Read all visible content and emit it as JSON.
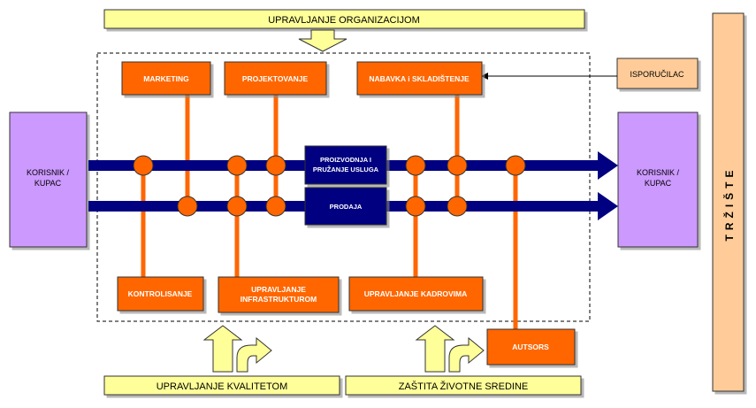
{
  "title": "UPRAVLJANJE ORGANIZACIJOM",
  "colors": {
    "orange": "#ff6600",
    "yellow": "#ffff99",
    "violet": "#cc99ff",
    "navy": "#000080",
    "peach": "#ffcc99",
    "border": "#333333"
  },
  "functions_top": {
    "marketing": "MARKETING",
    "projektovanje": "PROJEKTOVANJE",
    "nabavka": "NABAVKA i SKLADIŠTENJE"
  },
  "functions_bottom": {
    "kontrolisanje": "KONTROLISANJE",
    "infrastruktura_line1": "UPRAVLJANJE",
    "infrastruktura_line2": "INFRASTRUKTUROM",
    "kadrovi": "UPRAVLJANJE KADROVIMA"
  },
  "autsors": "AUTSORS",
  "isporucilac": "ISPORUČILAC",
  "customer_left": {
    "line1": "KORISNIK /",
    "line2": "KUPAC"
  },
  "customer_right": {
    "line1": "KORISNIK /",
    "line2": "KUPAC"
  },
  "process_main": {
    "line1": "PROIZVODNJA I",
    "line2": "PRUŽANJE USLUGA"
  },
  "process_sales": "PRODAJA",
  "market": "TRŽIŠTE",
  "quality": "UPRAVLJANJE  KVALITETOM",
  "environment": "ZAŠTITA ŽIVOTNE SREDINE"
}
